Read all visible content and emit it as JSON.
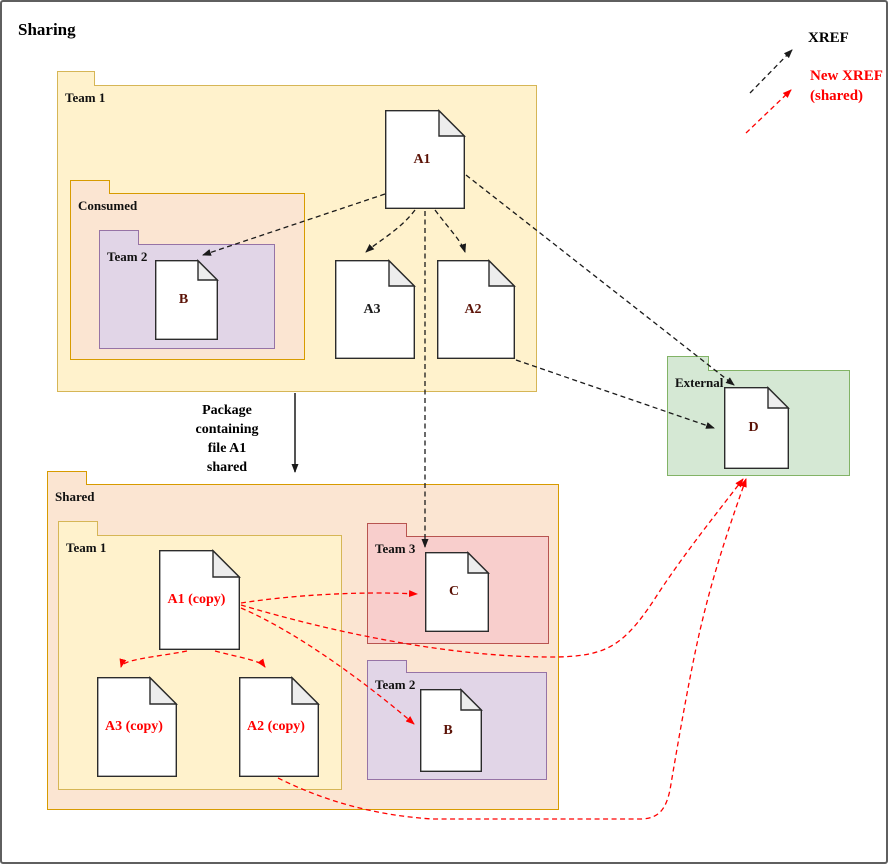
{
  "title": "Sharing",
  "legend": {
    "xref": "XREF",
    "new_xref_line1": "New XREF",
    "new_xref_line2": "(shared)"
  },
  "top": {
    "team1_label": "Team 1",
    "consumed_label": "Consumed",
    "team2_label": "Team 2",
    "file_b": "B",
    "file_a1": "A1",
    "file_a3": "A3",
    "file_a2": "A2"
  },
  "package": {
    "line1": "Package",
    "line2": "containing",
    "line3": "file A1",
    "line4": "shared"
  },
  "shared": {
    "label": "Shared",
    "team1_label": "Team 1",
    "file_a1_copy": "A1 (copy)",
    "file_a3_copy": "A3 (copy)",
    "file_a2_copy": "A2 (copy)",
    "team3_label": "Team 3",
    "file_c": "C",
    "team2_label": "Team 2",
    "file_b": "B"
  },
  "external": {
    "label": "External",
    "file_d": "D"
  },
  "colors": {
    "cream_fill": "#FFF2CC",
    "cream_border": "#D6B656",
    "orange_fill": "#FBE5D2",
    "orange_border": "#D79B00",
    "purple_fill": "#E1D5E7",
    "purple_border": "#9673A6",
    "pink_fill": "#F8CECC",
    "pink_border": "#B85450",
    "green_fill": "#D5E8D4",
    "green_border": "#82B366",
    "xref_arrow": "#1A1A1A",
    "new_xref_arrow": "#FF0000",
    "file_label_dark": "#5B1206",
    "file_label_black": "#1A1A1A",
    "file_label_copy": "#FF0000",
    "outer_border": "#5F5F5F"
  },
  "edges": [
    {
      "from": "A1",
      "to": "B (consumed Team 2)",
      "type": "XREF"
    },
    {
      "from": "A1",
      "to": "A3",
      "type": "XREF"
    },
    {
      "from": "A1",
      "to": "A2",
      "type": "XREF"
    },
    {
      "from": "A1",
      "to": "C (shared Team 3)",
      "type": "XREF"
    },
    {
      "from": "A1",
      "to": "D (external)",
      "type": "XREF"
    },
    {
      "from": "A2",
      "to": "D (external)",
      "type": "XREF"
    },
    {
      "from": "Team 1",
      "to": "Shared",
      "type": "solid",
      "label": "Package containing file A1 shared"
    },
    {
      "from": "A1 (copy)",
      "to": "C (shared Team 3)",
      "type": "New XREF (shared)"
    },
    {
      "from": "A1 (copy)",
      "to": "B (shared Team 2)",
      "type": "New XREF (shared)"
    },
    {
      "from": "A1 (copy)",
      "to": "D (external)",
      "type": "New XREF (shared)"
    },
    {
      "from": "A1 (copy)",
      "to": "A3 (copy)",
      "type": "New XREF (shared)"
    },
    {
      "from": "A1 (copy)",
      "to": "A2 (copy)",
      "type": "New XREF (shared)"
    },
    {
      "from": "A2 (copy)",
      "to": "D (external)",
      "type": "New XREF (shared)"
    }
  ]
}
